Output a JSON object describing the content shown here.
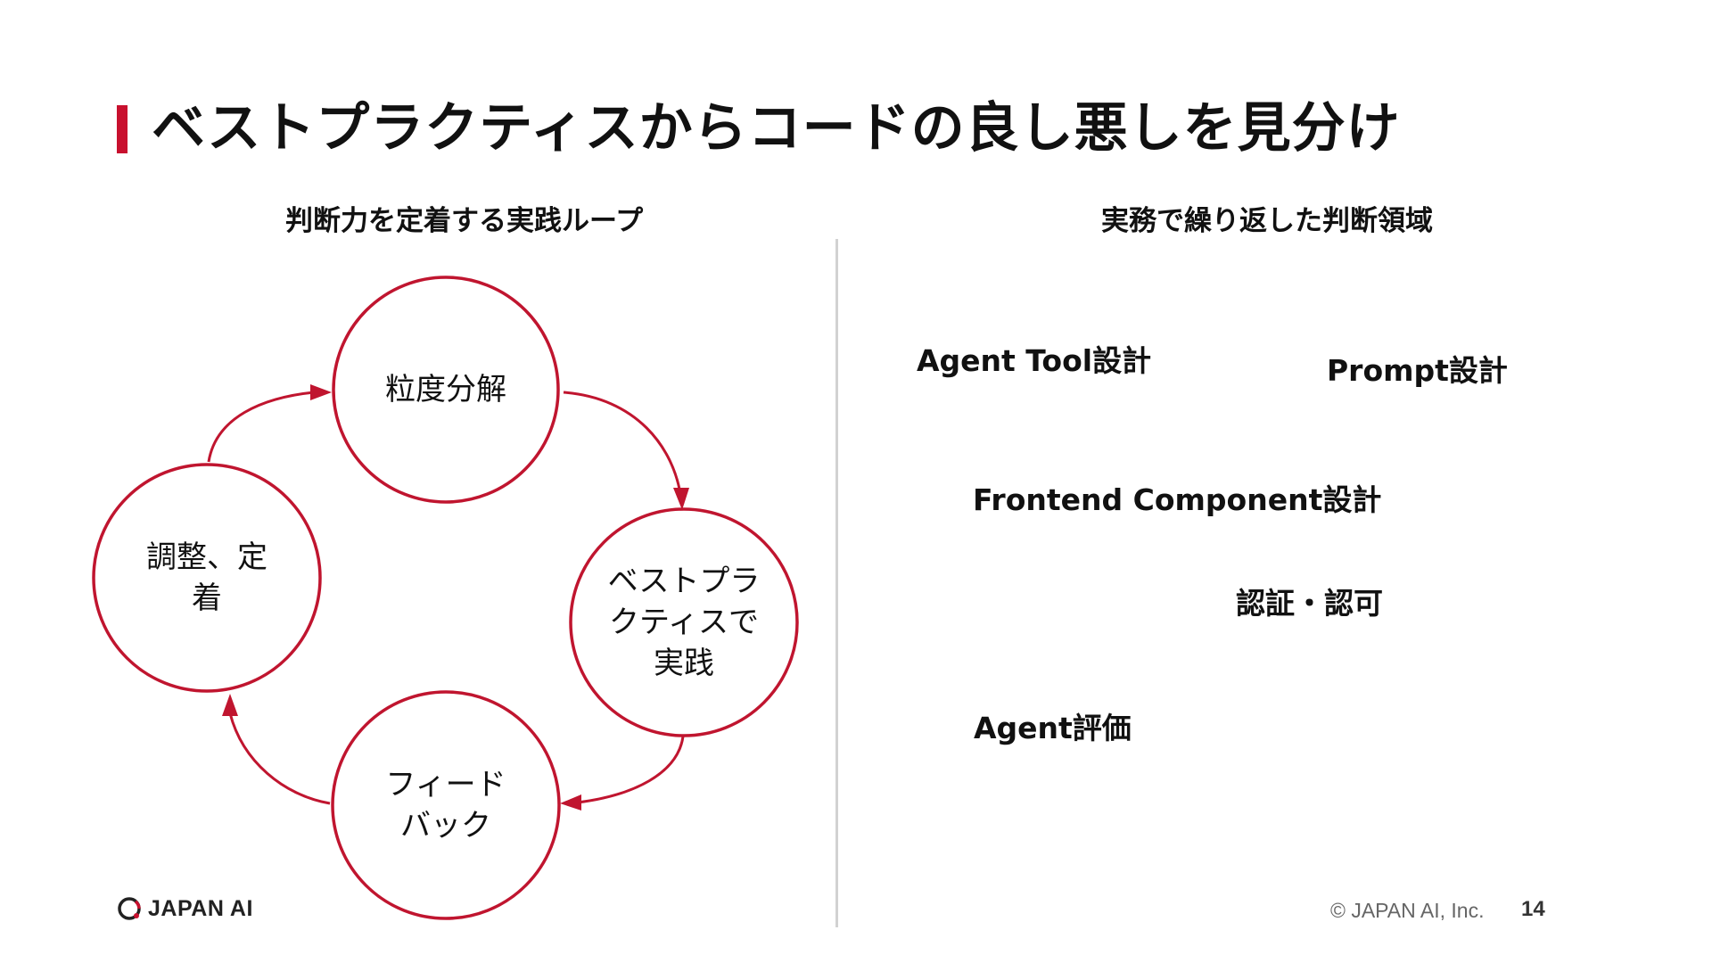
{
  "slide": {
    "title": "ベストプラクティスからコードの良し悪しを見分け",
    "accent_color": "#c8102e"
  },
  "loop_section": {
    "heading": "判断力を定着する実践ループ",
    "nodes": [
      {
        "label": "粒度分解"
      },
      {
        "label": "ベストプラ\nクティスで\n実践"
      },
      {
        "label": "フィード\nバック"
      },
      {
        "label": "調整、定\n着"
      }
    ],
    "arrow_direction": "clockwise",
    "stroke_color": "#c0152f"
  },
  "domains_section": {
    "heading": "実務で繰り返した判断領域",
    "items": [
      {
        "label": "Agent Tool設計"
      },
      {
        "label": "Prompt設計"
      },
      {
        "label": "Frontend Component設計"
      },
      {
        "label": "認証・認可"
      },
      {
        "label": "Agent評価"
      }
    ]
  },
  "footer": {
    "logo_text": "JAPAN AI",
    "logo_icon": "japan-ai-ring-icon",
    "copyright": "© JAPAN AI, Inc.",
    "page_number": "14"
  }
}
